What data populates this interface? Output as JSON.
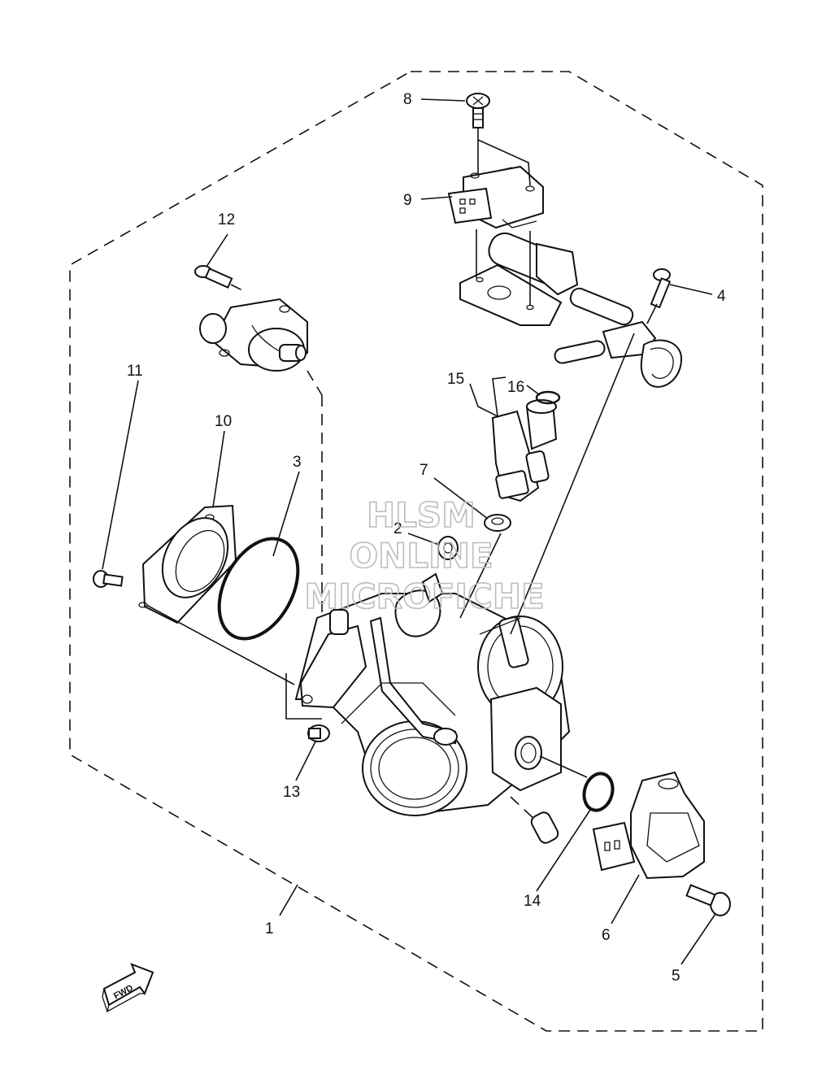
{
  "watermark": {
    "line1": "HLSM",
    "line2": "ONLINE",
    "line3": "MICROFICHE"
  },
  "fwd_label": "FWD",
  "parts": {
    "p1": "1",
    "p2": "2",
    "p3": "3",
    "p4": "4",
    "p5": "5",
    "p6": "6",
    "p7": "7",
    "p8": "8",
    "p9": "9",
    "p10": "10",
    "p11": "11",
    "p12": "12",
    "p13": "13",
    "p14": "14",
    "p15": "15",
    "p16": "16"
  }
}
